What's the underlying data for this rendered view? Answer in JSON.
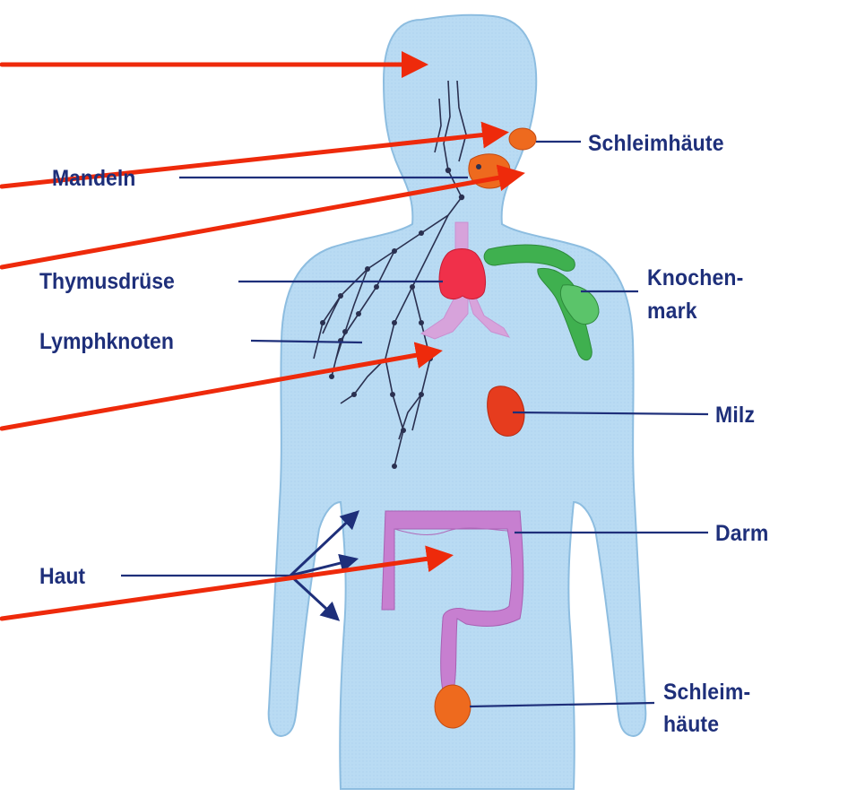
{
  "labels": {
    "mandeln": "Mandeln",
    "thymus": "Thymusdrüse",
    "lymphknoten": "Lymphknoten",
    "haut": "Haut",
    "schleimhaeute_top": "Schleimhäute",
    "knochenmark_line1": "Knochen-",
    "knochenmark_line2": "mark",
    "milz": "Milz",
    "darm": "Darm",
    "schleimhaeute_bottom_line1": "Schleim-",
    "schleimhaeute_bottom_line2": "häute"
  },
  "colors": {
    "background": "#ffffff",
    "body_fill": "#b9dbf3",
    "body_outline": "#8dbde0",
    "label_text": "#1e2f7a",
    "leader_line": "#1e2f7a",
    "red_arrow": "#ee2a0b",
    "thymus": "#f0304a",
    "tonsils": "#ee6a1e",
    "bone_marrow": "#3fb04f",
    "spleen": "#e63c1e",
    "intestine": "#c77fd0",
    "mucosa": "#ee6a1e",
    "lymph_vessels": "#2a3050"
  }
}
